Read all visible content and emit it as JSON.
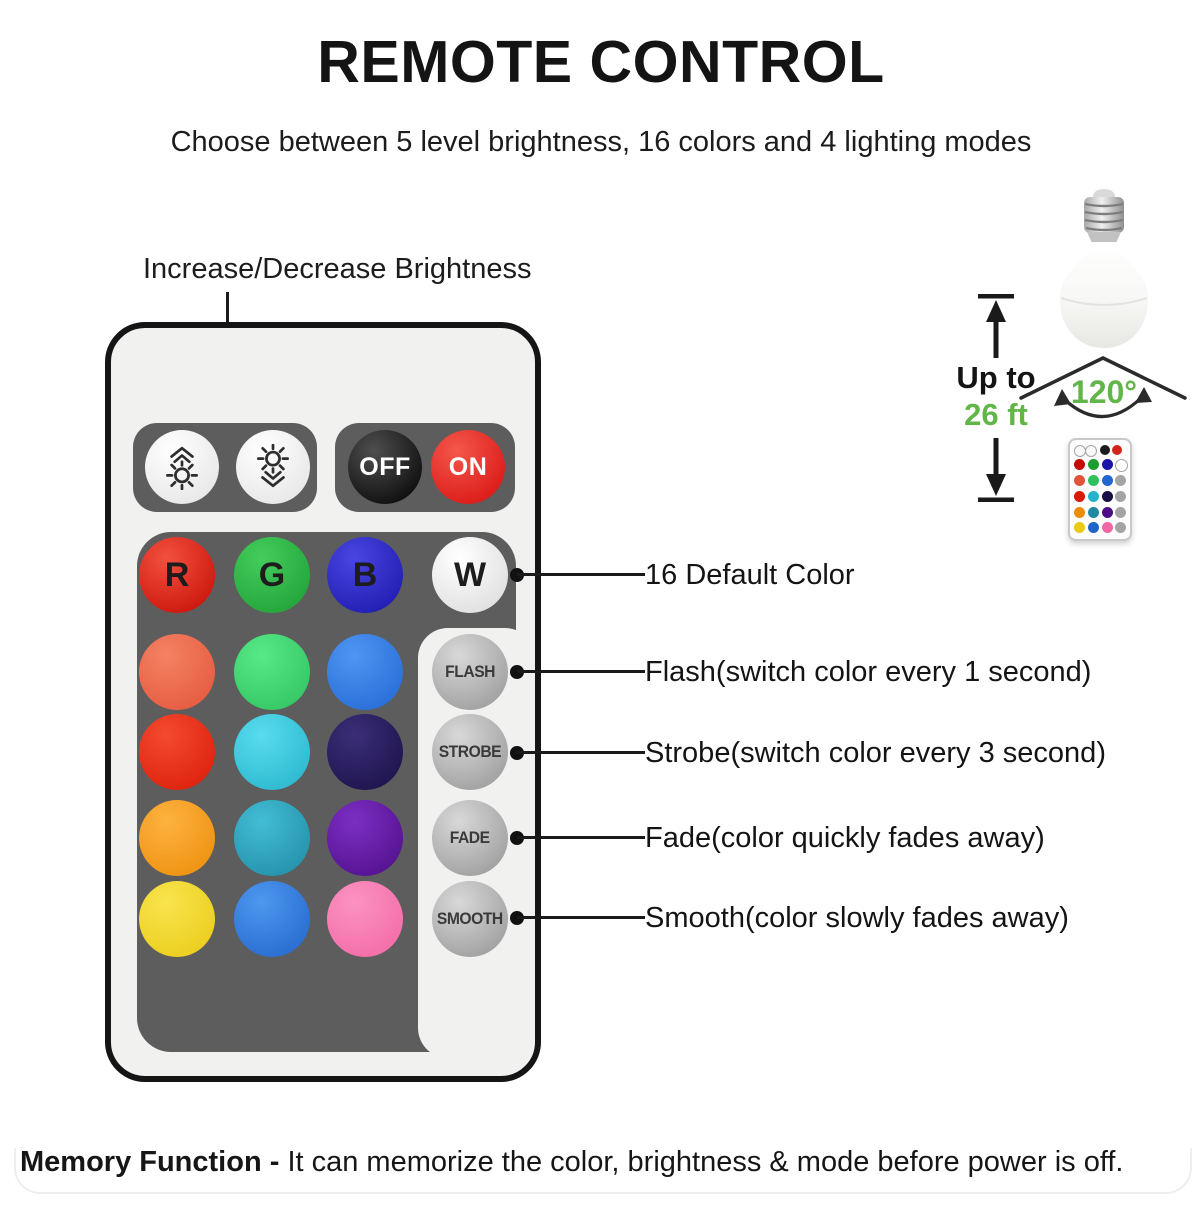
{
  "title": "REMOTE CONTROL",
  "subtitle": "Choose between 5 level brightness, 16 colors and 4 lighting modes",
  "brightness_callout": "Increase/Decrease Brightness",
  "remote": {
    "power_off": "OFF",
    "power_on": "ON",
    "primary_buttons": [
      {
        "label": "R",
        "c1": "#f2503f",
        "c2": "#c40b03"
      },
      {
        "label": "G",
        "c1": "#43cd5c",
        "c2": "#1d9c33"
      },
      {
        "label": "B",
        "c1": "#4946e2",
        "c2": "#1815a8"
      },
      {
        "label": "W",
        "c1": "#ffffff",
        "c2": "#d9d9d9"
      }
    ],
    "color_rows": [
      [
        {
          "name": "coral",
          "c1": "#f58263",
          "c2": "#e1543a"
        },
        {
          "name": "spring-green",
          "c1": "#57e987",
          "c2": "#2ec05d"
        },
        {
          "name": "dodger-blue",
          "c1": "#4f96f2",
          "c2": "#2166d2"
        }
      ],
      [
        {
          "name": "red",
          "c1": "#f44a30",
          "c2": "#d91a06"
        },
        {
          "name": "cyan",
          "c1": "#58dcee",
          "c2": "#25b2ca"
        },
        {
          "name": "dark-navy",
          "c1": "#3b2e78",
          "c2": "#190f45"
        }
      ],
      [
        {
          "name": "orange",
          "c1": "#fdb240",
          "c2": "#ec8c07"
        },
        {
          "name": "teal",
          "c1": "#42bdd5",
          "c2": "#1f89a3"
        },
        {
          "name": "purple",
          "c1": "#7c2fc2",
          "c2": "#4c0c87"
        }
      ],
      [
        {
          "name": "yellow",
          "c1": "#f8e44d",
          "c2": "#e9c914"
        },
        {
          "name": "sky-blue",
          "c1": "#4e98ef",
          "c2": "#2063c9"
        },
        {
          "name": "pink",
          "c1": "#fb92c1",
          "c2": "#f266a4"
        }
      ]
    ],
    "mode_buttons": [
      "FLASH",
      "STROBE",
      "FADE",
      "SMOOTH"
    ]
  },
  "annotations": [
    {
      "text": "16 Default Color"
    },
    {
      "text": "Flash(switch color every 1 second)"
    },
    {
      "text": "Strobe(switch color every 3 second)"
    },
    {
      "text": "Fade(color quickly fades away)"
    },
    {
      "text": "Smooth(color slowly fades away)"
    }
  ],
  "range": {
    "up_to": "Up to",
    "distance": "26 ft",
    "beam_angle": "120°"
  },
  "memory": {
    "bold": "Memory Function -",
    "rest": " It can memorize the color, brightness & mode before power is off."
  },
  "colors": {
    "accent_green": "#62b548",
    "panel_gray": "#5d5d5d",
    "remote_body": "#f1f1ef",
    "line": "#1a1a1a"
  }
}
